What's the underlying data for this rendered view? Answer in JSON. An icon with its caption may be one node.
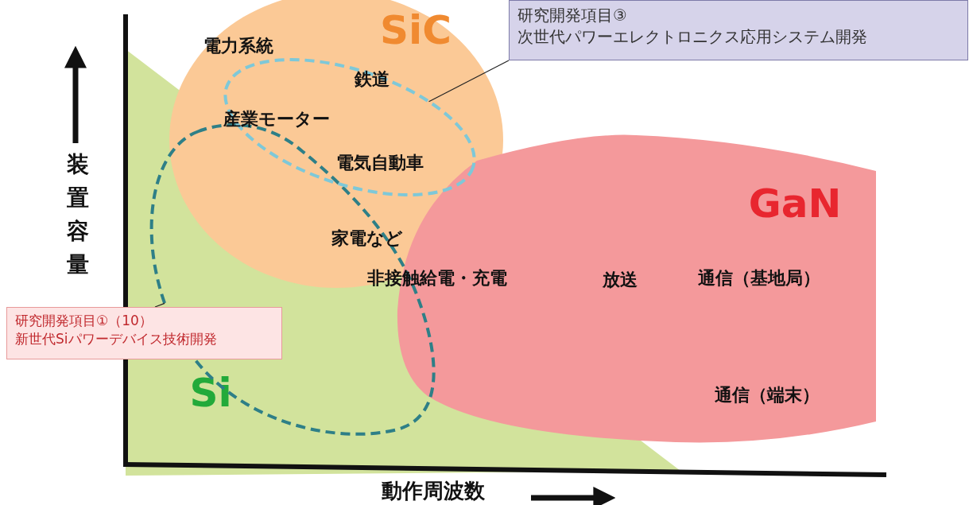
{
  "diagram": {
    "nodes": [
      {
        "text": [
          "SiC"
        ]
      },
      {
        "text": [
          "GaN"
        ]
      },
      {
        "text": [
          "Si"
        ]
      },
      {
        "text": [
          "研究開発項目③",
          "次世代パワーエレクトロニクス応用システム開発"
        ]
      },
      {
        "text": [],
        "shape": "ellipse",
        "in": 0
      },
      {
        "text": [
          "研究開発項目①（10）",
          "新世代Siパワーデバイス技術開発"
        ]
      },
      {
        "text": [],
        "shape": "loop",
        "in": 2
      }
    ],
    "edges": [
      {
        "from": 3,
        "to": 4,
        "arrow": "none"
      },
      {
        "from": 5,
        "to": 6,
        "arrow": "none"
      }
    ],
    "labels": [
      "電力系統",
      "鉄道",
      "産業モーター",
      "電気自動車",
      "家電など",
      "非接触給電・充電",
      "放送",
      "通信（基地局）",
      "通信（端末）",
      "装置容量",
      "動作周波数"
    ]
  }
}
